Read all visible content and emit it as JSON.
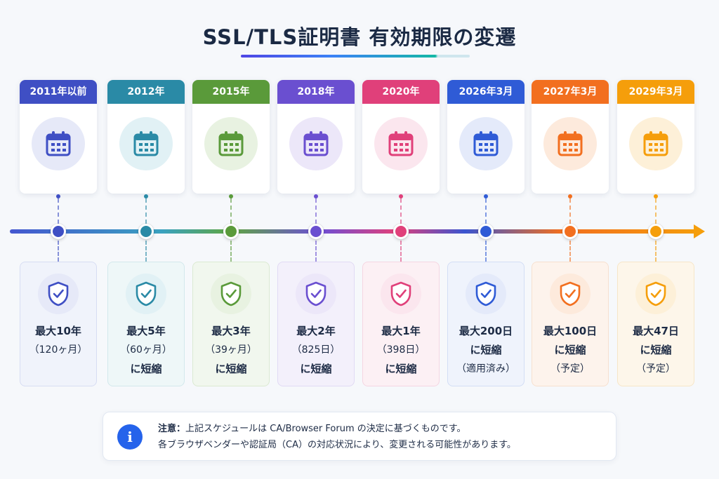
{
  "title": "SSL/TLS証明書 有効期限の変遷",
  "timeline": [
    {
      "date": "2011年以前",
      "color": "#3f4fc4",
      "tint": "#e6e9f8",
      "card_bg": "#f0f3fb",
      "border": "#d7ddf3",
      "lines": [
        "最大10年",
        "（120ヶ月）"
      ],
      "bold": [
        true,
        false
      ]
    },
    {
      "date": "2012年",
      "color": "#2a8aa6",
      "tint": "#e1f1f5",
      "card_bg": "#eef7f8",
      "border": "#d3e8ec",
      "lines": [
        "最大5年",
        "（60ヶ月）",
        "に短縮"
      ],
      "bold": [
        true,
        false,
        true
      ]
    },
    {
      "date": "2015年",
      "color": "#5a9a3a",
      "tint": "#e8f2e1",
      "card_bg": "#f1f7ee",
      "border": "#dbead2",
      "lines": [
        "最大3年",
        "（39ヶ月）",
        "に短縮"
      ],
      "bold": [
        true,
        false,
        true
      ]
    },
    {
      "date": "2018年",
      "color": "#6a4fd0",
      "tint": "#ece7f9",
      "card_bg": "#f3f0fb",
      "border": "#e1daf4",
      "lines": [
        "最大2年",
        "（825日）",
        "に短縮"
      ],
      "bold": [
        true,
        false,
        true
      ]
    },
    {
      "date": "2020年",
      "color": "#e0407a",
      "tint": "#fbe6ee",
      "card_bg": "#fcf0f4",
      "border": "#f5d6e2",
      "lines": [
        "最大1年",
        "（398日）",
        "に短縮"
      ],
      "bold": [
        true,
        false,
        true
      ]
    },
    {
      "date": "2026年3月",
      "color": "#2f5bd6",
      "tint": "#e4eafa",
      "card_bg": "#eff3fc",
      "border": "#d3def5",
      "lines": [
        "最大200日",
        "に短縮",
        "（適用済み）"
      ],
      "bold": [
        true,
        true,
        false
      ]
    },
    {
      "date": "2027年3月",
      "color": "#f26f1f",
      "tint": "#fdeadc",
      "card_bg": "#fdf3ec",
      "border": "#f7e0cf",
      "lines": [
        "最大100日",
        "に短縮",
        "（予定）"
      ],
      "bold": [
        true,
        true,
        false
      ]
    },
    {
      "date": "2029年3月",
      "color": "#f59e0b",
      "tint": "#fdf0d8",
      "card_bg": "#fdf6ea",
      "border": "#f6e6c8",
      "lines": [
        "最大47日",
        "に短縮",
        "（予定）"
      ],
      "bold": [
        true,
        true,
        false
      ]
    }
  ],
  "notice": {
    "icon": "info-icon",
    "glyph": "i",
    "lead": "注意：",
    "line1": "上記スケジュールは CA/Browser Forum の決定に基づくものです。",
    "line2": "各ブラウザベンダーや認証局（CA）の対応状況により、変更される可能性があります。"
  }
}
